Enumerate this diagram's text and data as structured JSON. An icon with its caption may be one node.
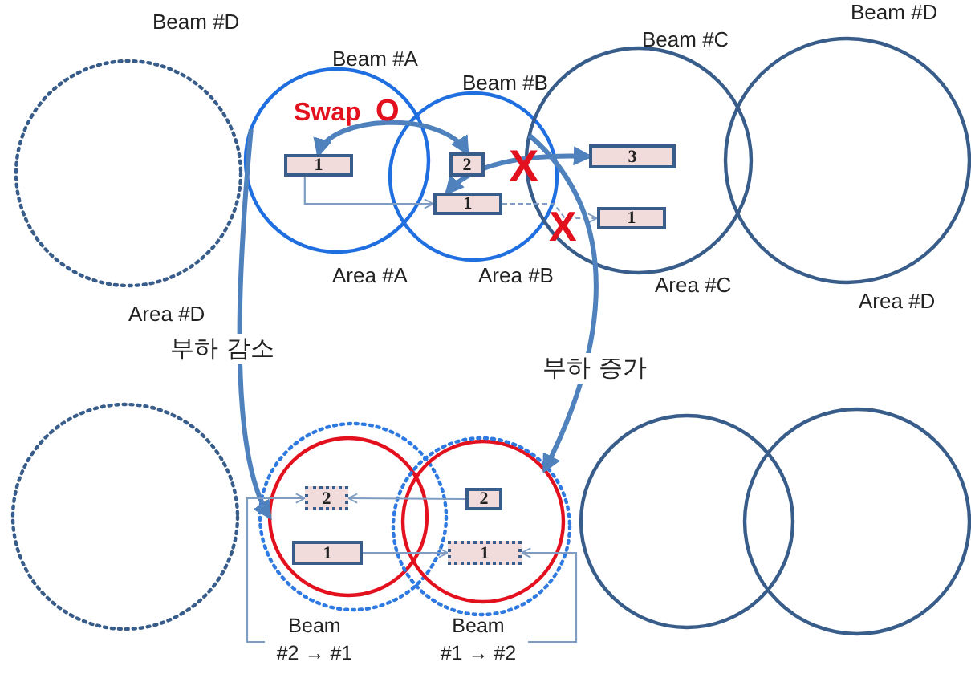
{
  "diagram": {
    "nodes": [
      {
        "text": [
          "Beam #D",
          "Area #D"
        ]
      },
      {
        "text": [
          "Beam #A",
          "Area #A"
        ]
      },
      {
        "text": [
          "1"
        ],
        "in": 1
      },
      {
        "text": [
          "Beam #B",
          "Area #B"
        ]
      },
      {
        "text": [
          "2"
        ],
        "in": 3
      },
      {
        "text": [
          "1"
        ],
        "in": 3
      },
      {
        "text": [
          "Beam #C",
          "Area #C"
        ]
      },
      {
        "text": [
          "3"
        ],
        "in": 6
      },
      {
        "text": [
          "1"
        ],
        "in": 6
      },
      {
        "text": [
          "Beam #D",
          "Area #D"
        ]
      },
      {
        "text": [],
        "shape": "circle"
      },
      {
        "text": [],
        "shape": "circle"
      },
      {
        "text": [],
        "shape": "circle",
        "in": 11
      },
      {
        "text": [
          "2"
        ],
        "in": 12
      },
      {
        "text": [
          "1"
        ],
        "in": 12
      },
      {
        "text": [],
        "shape": "circle",
        "in": 16
      },
      {
        "text": [],
        "shape": "circle"
      },
      {
        "text": [
          "2"
        ],
        "in": 15
      },
      {
        "text": [
          "1"
        ],
        "in": 15
      },
      {
        "text": [],
        "shape": "circle"
      },
      {
        "text": [],
        "shape": "circle"
      },
      {
        "text": [
          "Beam #2 → #1"
        ]
      },
      {
        "text": [
          "Beam #1 → #2"
        ]
      }
    ],
    "edges": [
      {
        "from": 2,
        "to": 4,
        "arrow": "both",
        "style": "thick",
        "color": "#4f81bd"
      },
      {
        "from": 2,
        "to": 5,
        "arrow": "to"
      },
      {
        "from": 5,
        "to": 7,
        "arrow": "both",
        "style": "thick",
        "color": "#4f81bd"
      },
      {
        "from": 5,
        "to": 8,
        "arrow": "to",
        "style": "dashed"
      },
      {
        "from": 1,
        "to": 12,
        "arrow": "to",
        "label": "부하 감소",
        "style": "thick",
        "color": "#4f81bd"
      },
      {
        "from": 6,
        "to": 15,
        "arrow": "to",
        "label": "부하 증가",
        "style": "thick",
        "color": "#4f81bd"
      },
      {
        "from": 17,
        "to": 13,
        "arrow": "to"
      },
      {
        "from": 14,
        "to": 18,
        "arrow": "to"
      },
      {
        "from": 21,
        "to": 13,
        "arrow": "to"
      },
      {
        "from": 22,
        "to": 18,
        "arrow": "to"
      }
    ],
    "labels": [
      "Swap",
      "O",
      "X",
      "X"
    ]
  }
}
